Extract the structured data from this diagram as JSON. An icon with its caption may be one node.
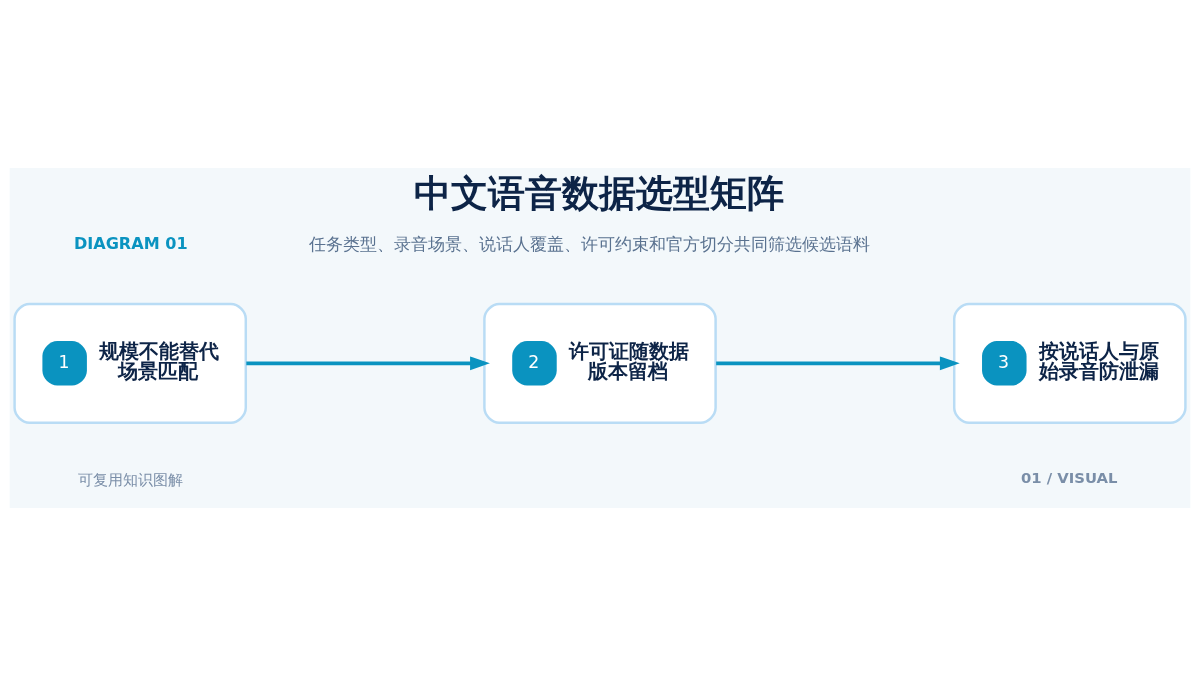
{
  "diagram": {
    "title": "中文语音数据选型矩阵",
    "nodes": [
      {
        "text": [
          "1",
          "规模不能替代场景匹配"
        ]
      },
      {
        "text": [
          "2",
          "许可证随数据版本留档"
        ]
      },
      {
        "text": [
          "3",
          "按说话人与原始录音防泄漏"
        ]
      }
    ],
    "edges": [
      {
        "from": 0,
        "to": 1,
        "arrow": "to"
      },
      {
        "from": 1,
        "to": 2,
        "arrow": "to"
      }
    ],
    "labels": [
      "DIAGRAM 01",
      "任务类型、录音场景、说话人覆盖、许可约束和官方切分共同筛选候选语料",
      "可复用知识图解",
      "01 / VISUAL"
    ]
  }
}
